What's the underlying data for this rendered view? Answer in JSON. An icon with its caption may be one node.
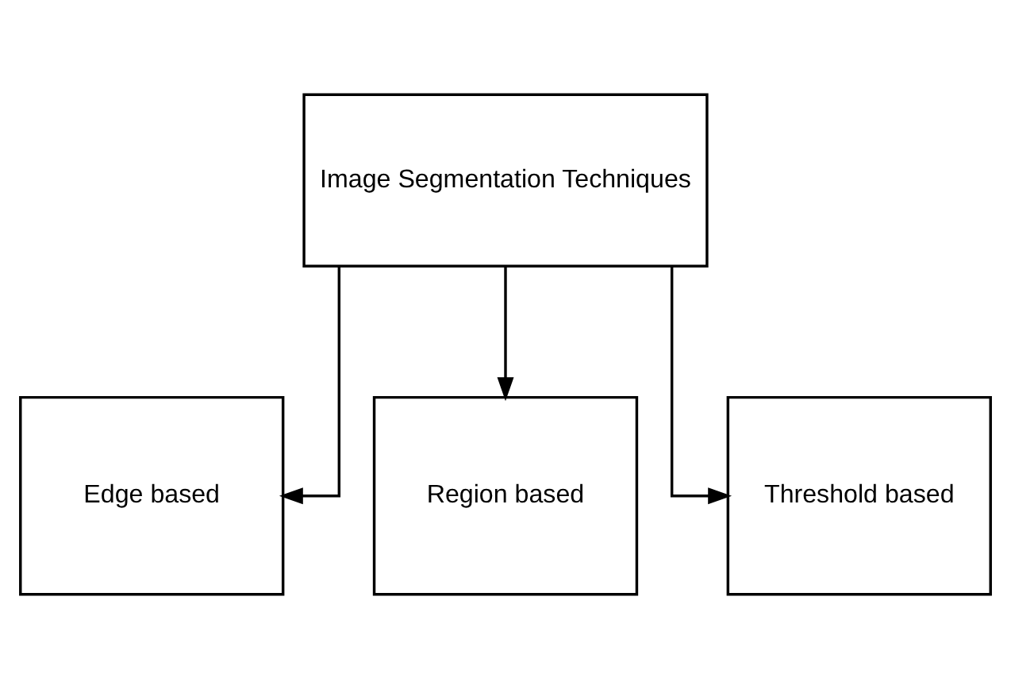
{
  "diagram": {
    "nodes": [
      {
        "text": [
          "Image Segmentation Techniques"
        ]
      },
      {
        "text": [
          "Edge based"
        ]
      },
      {
        "text": [
          "Region based"
        ]
      },
      {
        "text": [
          "Threshold based"
        ]
      }
    ],
    "edges": [
      {
        "from": 0,
        "to": 1,
        "arrow": "to"
      },
      {
        "from": 0,
        "to": 2,
        "arrow": "to"
      },
      {
        "from": 0,
        "to": 3,
        "arrow": "to"
      }
    ]
  }
}
